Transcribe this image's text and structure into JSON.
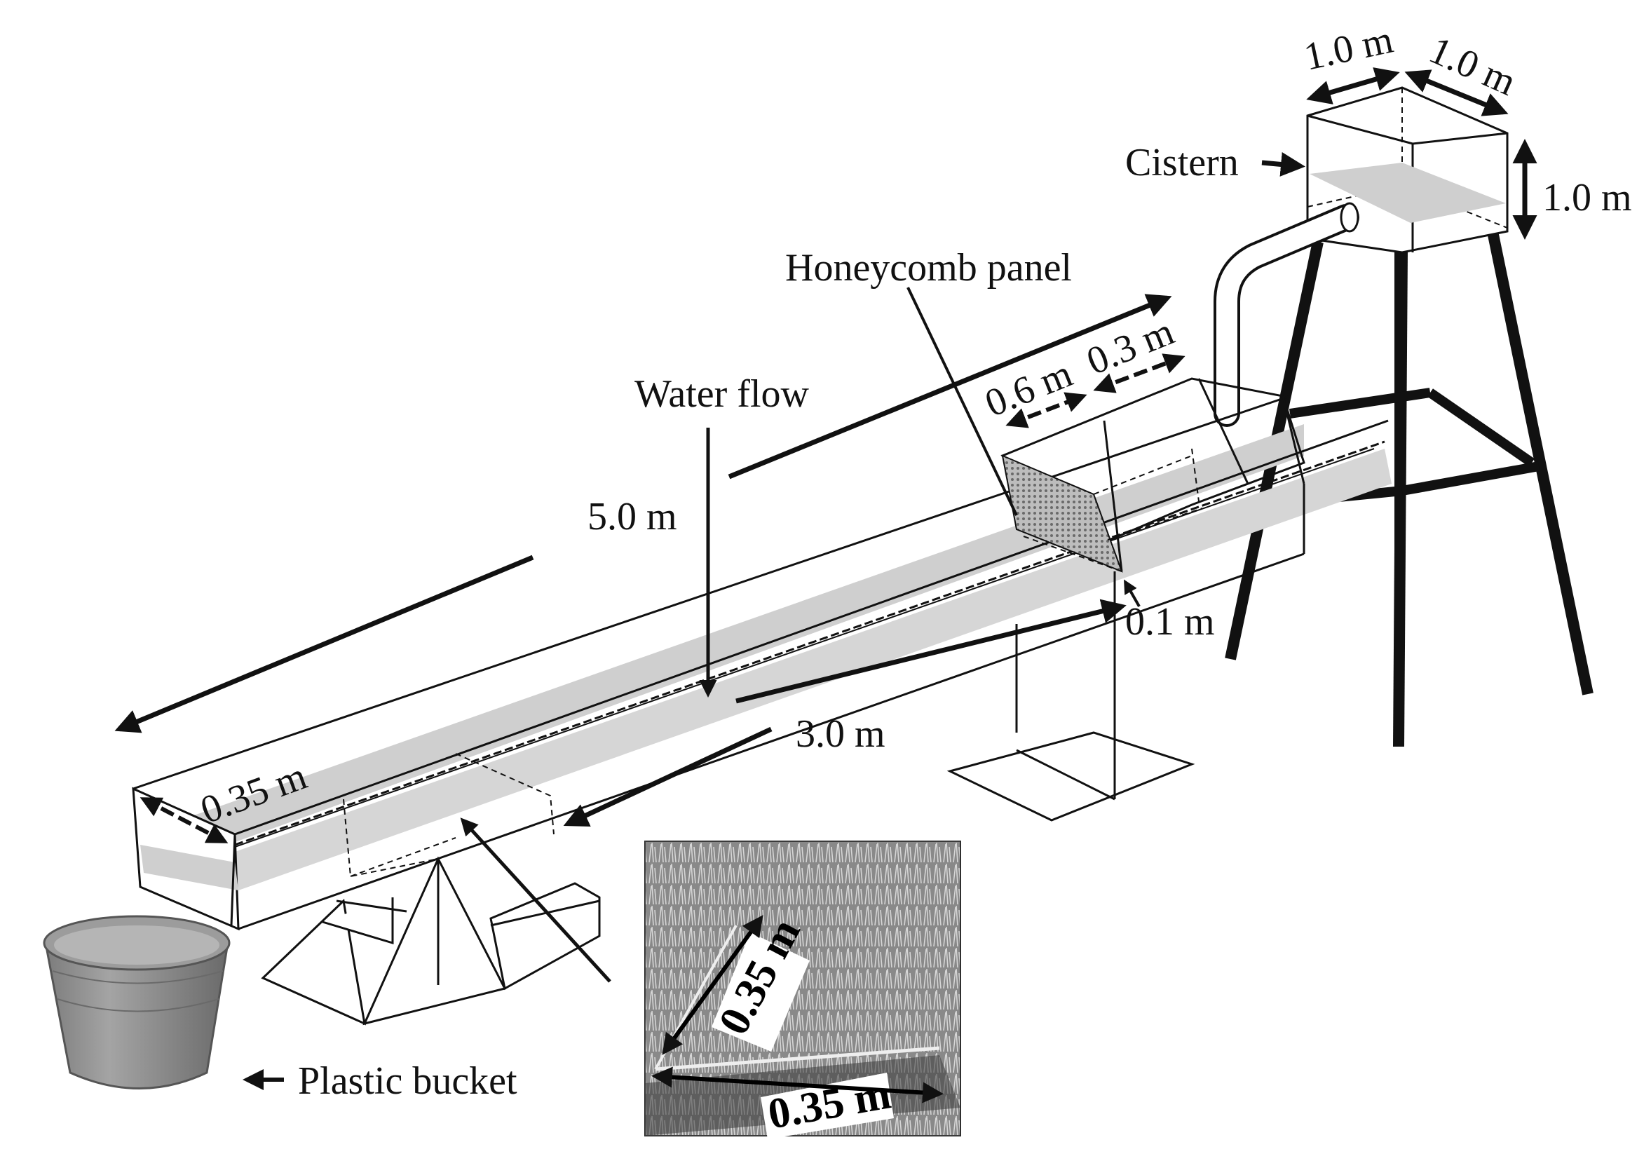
{
  "labels": {
    "cistern": "Cistern",
    "cistern_width": "1.0 m",
    "cistern_depth": "1.0 m",
    "cistern_height": "1.0 m",
    "honeycomb_panel": "Honeycomb panel",
    "water_flow": "Water flow",
    "flume_length": "5.0 m",
    "inlet_section_a": "0.6 m",
    "inlet_section_b": "0.3 m",
    "panel_gap": "0.1 m",
    "plot_length": "3.0 m",
    "flume_width": "0.35 m",
    "plastic_bucket": "Plastic bucket"
  },
  "photo_inset": {
    "side_label_1": "0.35 m",
    "side_label_2": "0.35 m"
  },
  "colors": {
    "line": "#111111",
    "water_shade": "#cfcfcf",
    "bucket": "#8a8a8a",
    "photo_bg": "#6e6e6e"
  }
}
